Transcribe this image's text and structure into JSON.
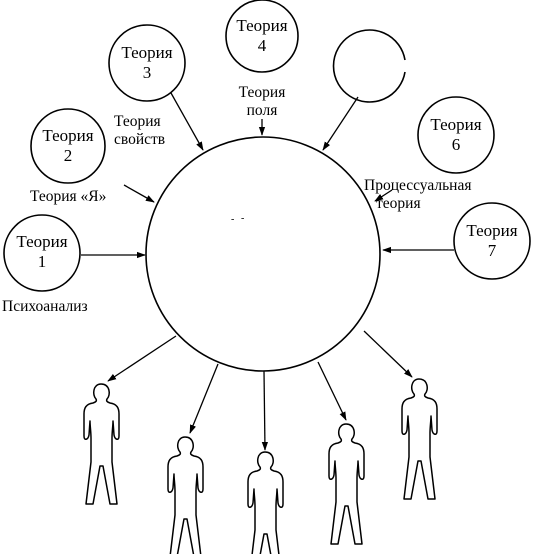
{
  "theories": [
    {
      "id": "t1",
      "word": "Теория",
      "num": "1",
      "label_lines": [
        "Психоанализ"
      ]
    },
    {
      "id": "t2",
      "word": "Теория",
      "num": "2",
      "label_lines": [
        "Теория «Я»"
      ]
    },
    {
      "id": "t3",
      "word": "Теория",
      "num": "3",
      "label_lines": [
        "Теория",
        "свойств"
      ]
    },
    {
      "id": "t4",
      "word": "Теория",
      "num": "4",
      "label_lines": [
        "Теория",
        "поля"
      ]
    },
    {
      "id": "t6",
      "word": "Теория",
      "num": "6",
      "label_lines": [
        "Процессуальная",
        "теория"
      ]
    },
    {
      "id": "t7",
      "word": "Теория",
      "num": "7",
      "label_lines": []
    }
  ]
}
